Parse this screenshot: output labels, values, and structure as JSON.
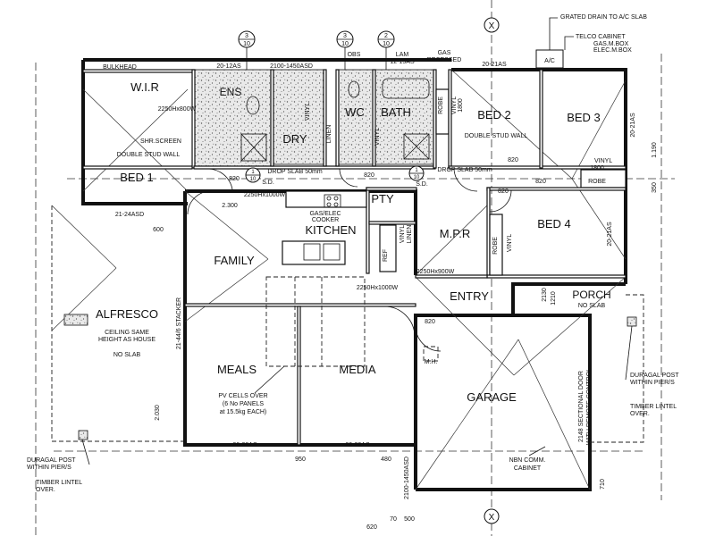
{
  "rooms": {
    "wir": "W.I.R",
    "ens": "ENS",
    "wc": "WC",
    "bath": "BATH",
    "dry": "DRY",
    "linen": "LINEN",
    "bed1": "BED 1",
    "bed2": "BED 2",
    "bed3": "BED 3",
    "bed4": "BED 4",
    "pty": "PTY",
    "kitchen": "KITCHEN",
    "family": "FAMILY",
    "mpr": "M.P.R",
    "entry": "ENTRY",
    "porch": "PORCH",
    "alfresco": "ALFRESCO",
    "meals": "MEALS",
    "media": "MEDIA",
    "garage": "GARAGE",
    "robe": "ROBE",
    "linen2": "LINEN"
  },
  "notes": {
    "grated_drain": "GRATED DRAIN TO A/C SLAB",
    "telco": "TELCO CABINET",
    "gas_box": "GAS.M.BOX",
    "elec_box": "ELEC.M.BOX",
    "ac": "A/C",
    "bulkhead": "BULKHEAD",
    "shr_screen": "SHR.SCREEN",
    "double_stud_1": "DOUBLE STUD WALL",
    "double_stud_2": "DOUBLE STUD WALL",
    "drop_slab_1": "DROP SLAB 50mm",
    "drop_slab_2": "DROP SLAB 50mm",
    "gas_elec_cooker": "GAS/ELEC",
    "cooker": "COOKER",
    "ceiling_1": "CEILING SAME",
    "ceiling_2": "HEIGHT AS HOUSE",
    "no_slab_alfresco": "NO SLAB",
    "no_slab_porch": "NO SLAB",
    "pv_1": "PV CELLS OVER",
    "pv_2": "(6 No PANELS",
    "pv_3": "at 15.5kg EACH)",
    "duragal_left_1": "DURAGAL POST",
    "duragal_left_2": "WITHIN PIER/S",
    "timber_left_1": "TIMBER LINTEL",
    "timber_left_2": "OVER.",
    "duragal_right_1": "DURAGAL POST",
    "duragal_right_2": "WITHIN PIER/S",
    "timber_right_1": "TIMBER LINTEL",
    "timber_right_2": "OVER.",
    "nbn_1": "NBN COMM.",
    "nbn_2": "CABINET",
    "mh": "M.H.",
    "gas_recessed": "GAS",
    "recessed": "RECESSED",
    "lam": "LAM",
    "lam_size": "12-15AS",
    "obs": "OBS",
    "vinyl": "VINYL",
    "ref": "REF",
    "sd": "S.D.",
    "sd2": "S.D."
  },
  "dimensions": {
    "w_20_12as": "20-12AS",
    "w_2100_1450": "2100-1450ASD",
    "w_20_21as": "20-21AS",
    "w_2250_800": "2250Hx800W",
    "w_21_24asd": "21-24ASD",
    "w_2300": "2.300",
    "w_2250_1000": "2250Hx1000W",
    "w_600": "600",
    "w_820_a": "820",
    "w_820_b": "820",
    "w_820_c": "820",
    "w_820_d": "820",
    "w_820_e": "820",
    "w_820_f": "820",
    "w_2250_900": "2250Hx900W",
    "w_2250_1000b": "2250Hx1000W",
    "w_20_30as_a": "20-30AS",
    "w_20_30as_b": "20-30AS",
    "w_950": "950",
    "w_480": "480",
    "w_2030": "2.030",
    "w_620": "620",
    "w_70": "70",
    "w_500": "500",
    "w_710": "710",
    "w_1190": "1.190",
    "w_350": "350",
    "w_2130": "2130",
    "w_1210": "1210",
    "w_21_44_6": "21-44/6 STACKER",
    "w_2100_1450b": "2100-1450ASD",
    "w_2148_sect": "2148 SECTIONAL DOOR",
    "w_remote": "WITH REMOTE CONTROL",
    "w_20_21as_side": "20-21AS",
    "w_20_21as_side2": "20-21AS",
    "w_1800": "1800",
    "w_1800b": "1800"
  },
  "markers": {
    "sec_3_10_a": [
      "3",
      "10"
    ],
    "sec_3_10_b": [
      "3",
      "10"
    ],
    "sec_2_10": [
      "2",
      "10"
    ],
    "sec_1_10_a": [
      "1",
      "10"
    ],
    "sec_1_10_b": [
      "1",
      "10"
    ],
    "grid_top": "X",
    "grid_bottom": "X"
  }
}
